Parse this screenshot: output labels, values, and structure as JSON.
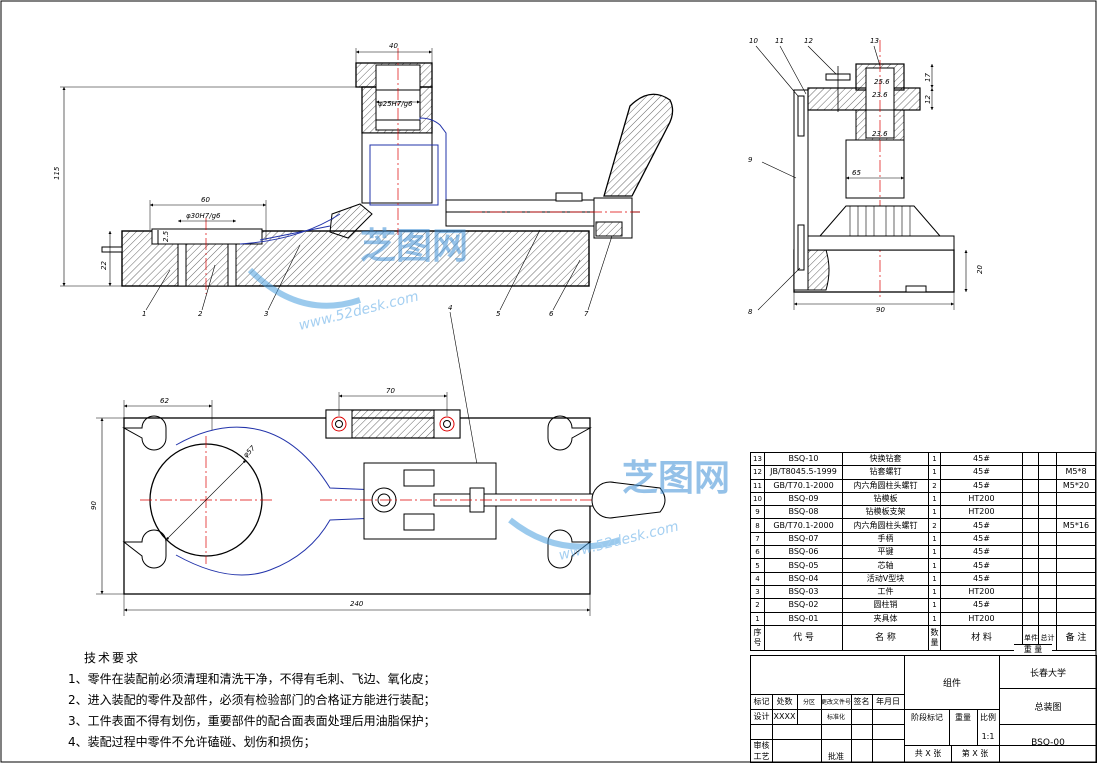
{
  "drawing": {
    "front_view_dims": {
      "width_top": "40",
      "bore_top": "φ25H7/g6",
      "height_total": "115",
      "base_height": "22",
      "left_width": "60",
      "bore_left": "φ30H7/g6",
      "small_dim": "2.5"
    },
    "side_view_dims": {
      "d1": "25.6",
      "d2": "23.6",
      "d3": "17",
      "d4": "12",
      "d5": "23.6",
      "d6": "65",
      "width": "90",
      "height": "20"
    },
    "plan_view_dims": {
      "slot_width": "62",
      "height": "90",
      "length": "240",
      "hole_spacing": "70",
      "diameter": "φ57"
    },
    "front_callouts": [
      "1",
      "2",
      "3",
      "4",
      "5",
      "6",
      "7"
    ],
    "side_callouts": [
      "10",
      "11",
      "12",
      "13",
      "9",
      "8"
    ]
  },
  "watermark": {
    "text": "芝图网",
    "url": "www.52desk.com"
  },
  "tech_notes": {
    "title": "技术要求",
    "items": [
      "1、零件在装配前必须清理和清洗干净，不得有毛刺、飞边、氧化皮；",
      "2、进入装配的零件及部件，必须有检验部门的合格证方能进行装配；",
      "3、工件表面不得有划伤，重要部件的配合面表面处理后用油脂保护；",
      "4、装配过程中零件不允许磕碰、划伤和损伤；"
    ]
  },
  "bom": {
    "rows": [
      [
        "13",
        "BSQ-10",
        "快换钻套",
        "1",
        "45#",
        "",
        "",
        ""
      ],
      [
        "12",
        "JB/T8045.5-1999",
        "钻套螺钉",
        "1",
        "45#",
        "",
        "",
        "M5*8"
      ],
      [
        "11",
        "GB/T70.1-2000",
        "内六角圆柱头螺钉",
        "2",
        "45#",
        "",
        "",
        "M5*20"
      ],
      [
        "10",
        "BSQ-09",
        "钻模板",
        "1",
        "HT200",
        "",
        "",
        ""
      ],
      [
        "9",
        "BSQ-08",
        "钻模板支架",
        "1",
        "HT200",
        "",
        "",
        ""
      ],
      [
        "8",
        "GB/T70.1-2000",
        "内六角圆柱头螺钉",
        "2",
        "45#",
        "",
        "",
        "M5*16"
      ],
      [
        "7",
        "BSQ-07",
        "手柄",
        "1",
        "45#",
        "",
        "",
        ""
      ],
      [
        "6",
        "BSQ-06",
        "平键",
        "1",
        "45#",
        "",
        "",
        ""
      ],
      [
        "5",
        "BSQ-05",
        "芯轴",
        "1",
        "45#",
        "",
        "",
        ""
      ],
      [
        "4",
        "BSQ-04",
        "活动V型块",
        "1",
        "45#",
        "",
        "",
        ""
      ],
      [
        "3",
        "BSQ-03",
        "工件",
        "1",
        "HT200",
        "",
        "",
        ""
      ],
      [
        "2",
        "BSQ-02",
        "圆柱销",
        "1",
        "45#",
        "",
        "",
        ""
      ],
      [
        "1",
        "BSQ-01",
        "夹具体",
        "1",
        "HT200",
        "",
        "",
        ""
      ]
    ],
    "header": {
      "seq": "序号",
      "code": "代        号",
      "name": "名        称",
      "qty": "数量",
      "material": "材        料",
      "unit_weight": "单件",
      "total_weight": "总计",
      "weight": "重  量",
      "remark": "备  注"
    }
  },
  "title_block": {
    "group": "组件",
    "school": "长春大学",
    "drawing_name": "总装图",
    "drawing_no": "BSQ-00",
    "mark": "标记",
    "count": "处数",
    "zone": "分区",
    "change_doc": "更改文件号",
    "sign": "签名",
    "date": "年月日",
    "design": "设计",
    "designer": "XXXX",
    "standardize": "标准化",
    "stage_mark": "阶段标记",
    "weight": "重量",
    "scale_label": "比例",
    "scale": "1:1",
    "review": "审核",
    "process": "工艺",
    "approve": "批准",
    "sheets": "共  X  张",
    "sheet": "第  X  张"
  }
}
